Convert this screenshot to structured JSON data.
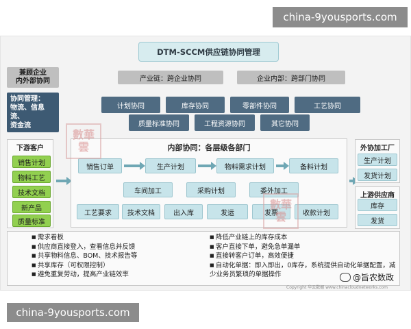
{
  "watermark_top": "china-9yousports.com",
  "watermark_bottom": "china-9yousports.com",
  "title": "DTM-SCCM供应链协同管理",
  "scope": {
    "left_label": "兼顾企业\n内外部协同",
    "external": "产业链：跨企业协同",
    "internal": "企业内部：跨部门协同"
  },
  "collab": {
    "label": "协同管理：\n物流、信息流、\n资金流",
    "row1": [
      "计划协同",
      "库存协同",
      "零部件协同",
      "工艺协同"
    ],
    "row2": [
      "质量标准协同",
      "工程资源协同",
      "其它协同"
    ]
  },
  "downstream": {
    "header": "下游客户",
    "items": [
      "销售计划",
      "物料工艺",
      "技术文档",
      "新产品",
      "质量标准"
    ]
  },
  "internal": {
    "header": "内部协同：各层级各部门",
    "flow": [
      "销售订单",
      "生产计划",
      "物料需求计划",
      "备料计划"
    ],
    "row2": [
      "车间加工",
      "采购计划",
      "委外加工"
    ],
    "row3": [
      "工艺要求",
      "技术文档",
      "出入库",
      "发运",
      "发票",
      "收款计划"
    ]
  },
  "outsource": {
    "header": "外协加工厂",
    "items": [
      "生产计划",
      "发货计划"
    ]
  },
  "upstream": {
    "header": "上游供应商",
    "items": [
      "库存",
      "发货"
    ]
  },
  "benefits_left": [
    "需求看板",
    "供应商直接登入，查看信息并反馈",
    "共享物料信息、BOM、技术报告等",
    "共享库存（可权限控制）",
    "避免重复劳动，提高产业链效率"
  ],
  "benefits_right": [
    "降低产业链上的库存成本",
    "客户直接下单，避免急单漏单",
    "直接转客户订单，高效便捷",
    "自动化单据：即入即出，0库存，系统提供自动化单据配置，减少业务员繁琐的单据操作"
  ],
  "copyright": "Copyright 华云数据   www.chinacloudnetworks.com",
  "wechat_tag": "@旨农数政",
  "stamp_text": "數華雲"
}
